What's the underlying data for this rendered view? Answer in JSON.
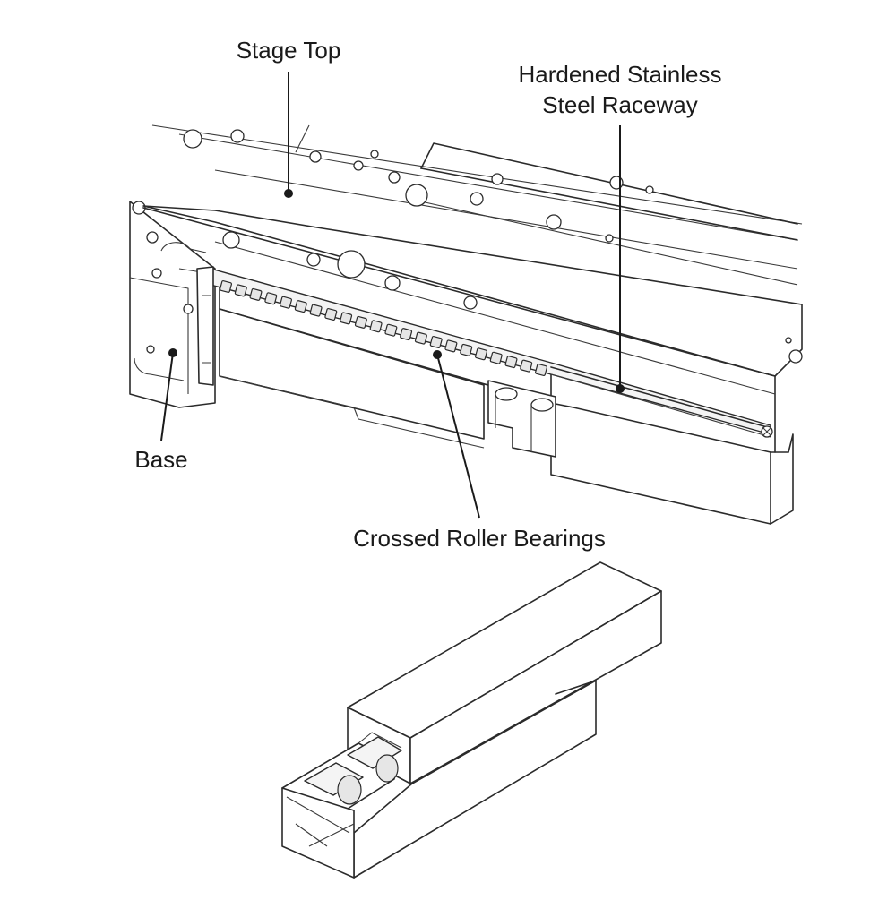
{
  "labels": {
    "stage_top": "Stage Top",
    "raceway_line1": "Hardened Stainless",
    "raceway_line2": "Steel Raceway",
    "base": "Base",
    "bearings": "Crossed Roller Bearings"
  },
  "colors": {
    "line": "#2b2b2b",
    "text": "#1a1a1a",
    "roller_fill": "#e6e6e6",
    "background": "#ffffff"
  }
}
